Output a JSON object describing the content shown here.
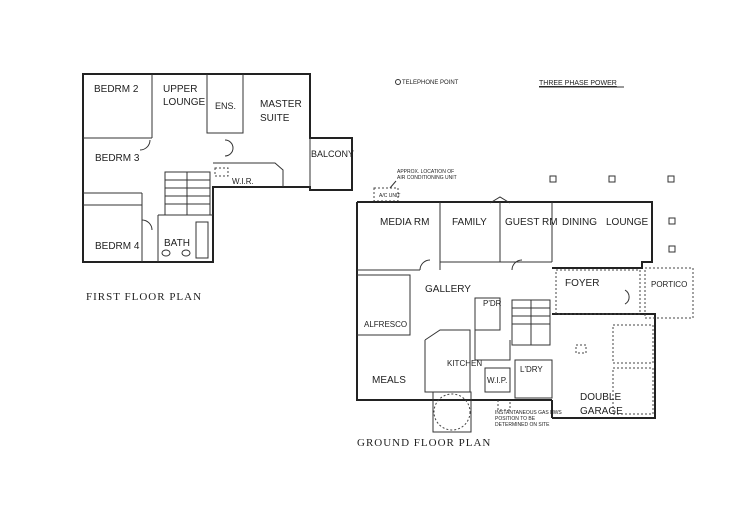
{
  "titles": {
    "first_floor": "FIRST FLOOR PLAN",
    "ground_floor": "GROUND FLOOR PLAN"
  },
  "notes": {
    "telephone_point": "TELEPHONE POINT",
    "three_phase_power": "THREE PHASE POWER",
    "ac_location_1": "APPROX. LOCATION OF",
    "ac_location_2": "AIR CONDITIONING UNIT",
    "ac_unit": "A/C UNIT",
    "gas_note_1": "INSTANTANEOUS GAS HWS",
    "gas_note_2": "POSITION TO BE",
    "gas_note_3": "DETERMINED ON SITE"
  },
  "first_floor": {
    "bedrm2": "BEDRM 2",
    "upper_lounge_1": "UPPER",
    "upper_lounge_2": "LOUNGE",
    "ens": "ENS.",
    "master_1": "MASTER",
    "master_2": "SUITE",
    "balcony": "BALCONY",
    "bedrm3": "BEDRM 3",
    "wir": "W.I.R.",
    "bedrm4": "BEDRM 4",
    "bath": "BATH"
  },
  "ground_floor": {
    "media": "MEDIA RM",
    "family": "FAMILY",
    "guest": "GUEST RM",
    "dining": "DINING",
    "lounge": "LOUNGE",
    "gallery": "GALLERY",
    "foyer": "FOYER",
    "portico": "PORTICO",
    "alfresco": "ALFRESCO",
    "pdr": "P'DR",
    "kitchen": "KITCHEN",
    "meals": "MEALS",
    "wip": "W.I.P.",
    "ldry": "L'DRY",
    "garage_1": "DOUBLE",
    "garage_2": "GARAGE"
  }
}
